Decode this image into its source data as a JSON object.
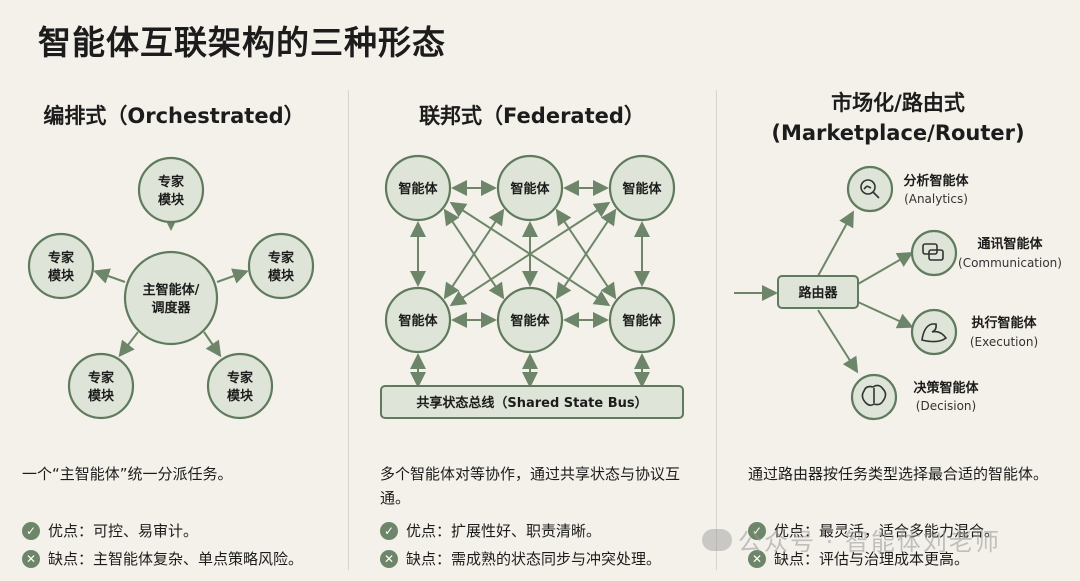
{
  "title": "智能体互联架构的三种形态",
  "orchestrated": {
    "heading": "编排式（Orchestrated）",
    "center": [
      "主智能体/",
      "调度器"
    ],
    "module": [
      "专家",
      "模块"
    ],
    "desc": "一个“主智能体”统一分派任务。",
    "pro": "优点：可控、易审计。",
    "con": "缺点：主智能体复杂、单点策略风险。"
  },
  "federated": {
    "heading": "联邦式（Federated）",
    "agent": "智能体",
    "bus": "共享状态总线（Shared State Bus）",
    "desc": "多个智能体对等协作，通过共享状态与协议互通。",
    "pro": "优点：扩展性好、职责清晰。",
    "con": "缺点：需成熟的状态同步与冲突处理。"
  },
  "marketplace": {
    "heading_line1": "市场化/路由式",
    "heading_line2": "(Marketplace/Router)",
    "router": "路由器",
    "agents": [
      {
        "name": "分析智能体",
        "en": "(Analytics)",
        "icon": "analytics-icon"
      },
      {
        "name": "通讯智能体",
        "en": "(Communication)",
        "icon": "chat-icon"
      },
      {
        "name": "执行智能体",
        "en": "(Execution)",
        "icon": "muscle-icon"
      },
      {
        "name": "决策智能体",
        "en": "(Decision)",
        "icon": "brain-icon"
      }
    ],
    "desc": "通过路由器按任务类型选择最合适的智能体。",
    "pro": "优点：最灵活，适合多能力混合。",
    "con": "缺点：评估与治理成本更高。"
  },
  "badges": {
    "pro": "✓",
    "con": "✕"
  },
  "watermark": "公众号 · 智能体刘老师",
  "colors": {
    "accent": "#6d8669",
    "node_fill": "#dfe4d8",
    "background": "#f4f1ea"
  }
}
